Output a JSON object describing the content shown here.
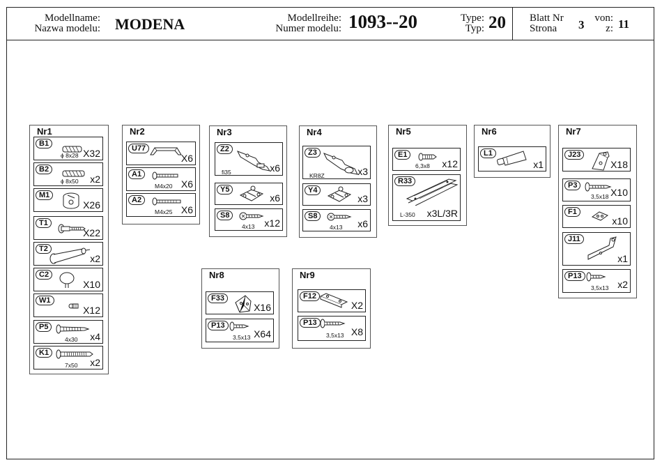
{
  "header": {
    "model_name_de": "Modellname:",
    "model_name_pl": "Nazwa modelu:",
    "model_name": "MODENA",
    "series_de": "Modellreihe:",
    "series_pl": "Numer modelu:",
    "series": "1093--20",
    "type_de": "Type:",
    "type_pl": "Typ:",
    "type": "20",
    "sheet_de": "Blatt Nr",
    "sheet_pl": "Strona",
    "sheet_no": "3",
    "of_de": "von:",
    "of_pl": "z:",
    "sheet_total": "11"
  },
  "groups": {
    "nr1": {
      "title": "Nr1",
      "parts": [
        {
          "code": "B1",
          "size": "ϕ 8x28",
          "qty": "X32",
          "icon": "dowel-icon"
        },
        {
          "code": "B2",
          "size": "ϕ 8x50",
          "qty": "x2",
          "icon": "dowel-icon"
        },
        {
          "code": "M1",
          "size": "",
          "qty": "X26",
          "icon": "cam-lock-icon"
        },
        {
          "code": "T1",
          "size": "",
          "qty": "X22",
          "icon": "cam-bolt-icon"
        },
        {
          "code": "T2",
          "size": "",
          "qty": "x2",
          "icon": "long-cam-bolt-icon"
        },
        {
          "code": "C2",
          "size": "",
          "qty": "X10",
          "icon": "glide-icon"
        },
        {
          "code": "W1",
          "size": "",
          "qty": "X12",
          "icon": "connector-icon"
        },
        {
          "code": "P5",
          "size": "4x30",
          "qty": "x4",
          "icon": "screw-icon"
        },
        {
          "code": "K1",
          "size": "7x50",
          "qty": "x2",
          "icon": "confirmat-screw-icon"
        }
      ]
    },
    "nr2": {
      "title": "Nr2",
      "parts": [
        {
          "code": "U77",
          "size": "",
          "qty": "X6",
          "icon": "handle-icon"
        },
        {
          "code": "A1",
          "size": "M4x20",
          "qty": "X6",
          "icon": "bolt-icon"
        },
        {
          "code": "A2",
          "size": "M4x25",
          "qty": "X6",
          "icon": "bolt-icon"
        }
      ]
    },
    "nr3": {
      "title": "Nr3",
      "parts": [
        {
          "code": "Z2",
          "size": "fi35",
          "qty": "x6",
          "icon": "hinge-icon"
        },
        {
          "code": "Y5",
          "size": "",
          "qty": "x6",
          "icon": "hinge-plate-icon"
        },
        {
          "code": "S8",
          "size": "4x13",
          "qty": "x12",
          "icon": "screw-icon"
        }
      ]
    },
    "nr4": {
      "title": "Nr4",
      "parts": [
        {
          "code": "Z3",
          "size": "KR8Z",
          "qty": "x3",
          "icon": "hinge-icon"
        },
        {
          "code": "Y4",
          "size": "",
          "qty": "x3",
          "icon": "hinge-plate-icon"
        },
        {
          "code": "S8",
          "size": "4x13",
          "qty": "x6",
          "icon": "screw-icon"
        }
      ]
    },
    "nr5": {
      "title": "Nr5",
      "parts": [
        {
          "code": "E1",
          "size": "6,3x8",
          "qty": "x12",
          "icon": "euro-screw-icon"
        },
        {
          "code": "R33",
          "size": "L-350",
          "qty": "x3L/3R",
          "icon": "drawer-runner-icon"
        }
      ]
    },
    "nr6": {
      "title": "Nr6",
      "parts": [
        {
          "code": "L1",
          "size": "",
          "qty": "x1",
          "icon": "glue-tube-icon"
        }
      ]
    },
    "nr7": {
      "title": "Nr7",
      "parts": [
        {
          "code": "J23",
          "size": "",
          "qty": "X18",
          "icon": "corner-bracket-icon"
        },
        {
          "code": "P3",
          "size": "3,5x18",
          "qty": "X10",
          "icon": "screw-icon"
        },
        {
          "code": "F1",
          "size": "",
          "qty": "x10",
          "icon": "plate-icon"
        },
        {
          "code": "J11",
          "size": "",
          "qty": "x1",
          "icon": "angle-bracket-icon"
        },
        {
          "code": "P13",
          "size": "3,5x13",
          "qty": "x2",
          "icon": "screw-icon"
        }
      ]
    },
    "nr8": {
      "title": "Nr8",
      "parts": [
        {
          "code": "F33",
          "size": "",
          "qty": "X16",
          "icon": "corner-block-icon"
        },
        {
          "code": "P13",
          "size": "3,5x13",
          "qty": "X64",
          "icon": "screw-icon"
        }
      ]
    },
    "nr9": {
      "title": "Nr9",
      "parts": [
        {
          "code": "F12",
          "size": "",
          "qty": "X2",
          "icon": "bracket-icon"
        },
        {
          "code": "P13",
          "size": "3,5x13",
          "qty": "X8",
          "icon": "screw-icon"
        }
      ]
    }
  }
}
